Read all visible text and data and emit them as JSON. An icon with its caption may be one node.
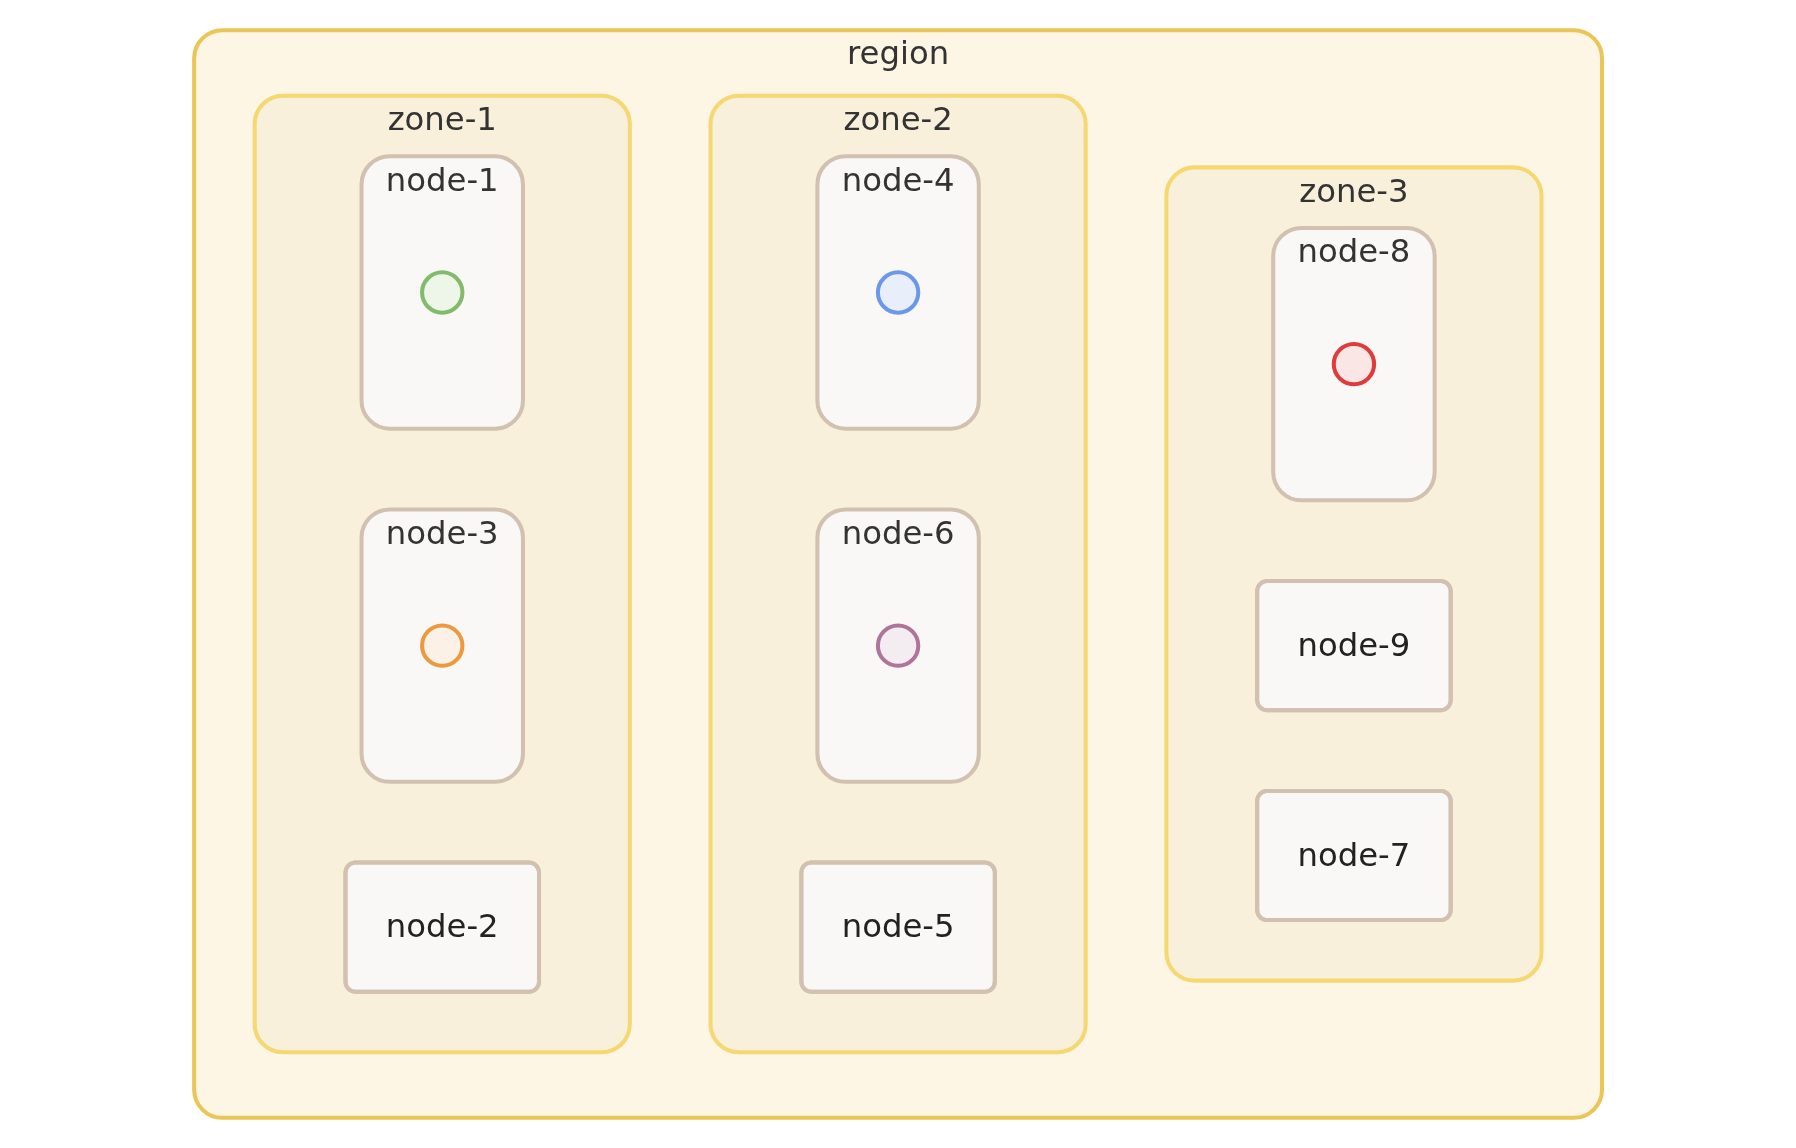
{
  "diagram": {
    "nodes": [
      {
        "text": [
          "region"
        ]
      },
      {
        "text": [
          "zone-1"
        ],
        "in": 0
      },
      {
        "text": [
          "node-1"
        ],
        "in": 1
      },
      {
        "text": [],
        "shape": "circle",
        "in": 2
      },
      {
        "text": [
          "node-2"
        ],
        "in": 1
      },
      {
        "text": [
          "node-3"
        ],
        "in": 1
      },
      {
        "text": [],
        "shape": "circle",
        "in": 5
      },
      {
        "text": [
          "zone-2"
        ],
        "in": 0
      },
      {
        "text": [
          "node-4"
        ],
        "in": 7
      },
      {
        "text": [],
        "shape": "circle",
        "in": 8
      },
      {
        "text": [
          "node-5"
        ],
        "in": 7
      },
      {
        "text": [
          "node-6"
        ],
        "in": 7
      },
      {
        "text": [],
        "shape": "circle",
        "in": 11
      },
      {
        "text": [
          "zone-3"
        ],
        "in": 0
      },
      {
        "text": [
          "node-7"
        ],
        "in": 13
      },
      {
        "text": [
          "node-8"
        ],
        "in": 13
      },
      {
        "text": [],
        "shape": "circle",
        "in": 15
      },
      {
        "text": [
          "node-9"
        ],
        "in": 13
      }
    ],
    "edges": []
  }
}
